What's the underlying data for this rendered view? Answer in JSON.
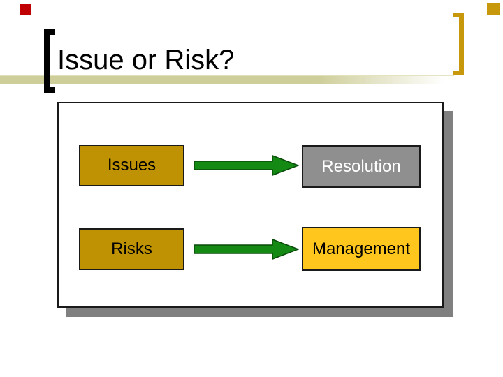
{
  "title": "Issue or Risk?",
  "diagram": {
    "rows": [
      {
        "source_label": "Issues",
        "source_color": "#BF9204",
        "target_label": "Resolution",
        "target_color": "#8F8F8F",
        "target_text_color": "#FFFFFF"
      },
      {
        "source_label": "Risks",
        "source_color": "#BF9204",
        "target_label": "Management",
        "target_color": "#FFC61E",
        "target_text_color": "#000000"
      }
    ]
  },
  "colors": {
    "arrow_green": "#148A14",
    "arrow_outline": "#0A4A0A",
    "accent_line_tan": "#CECE9A",
    "bracket_black": "#000000",
    "bracket_gold": "#C8980C",
    "square_red": "#C00000",
    "square_gold": "#C8980C",
    "panel_shadow": "#808080",
    "panel_border": "#1A1A1A"
  }
}
